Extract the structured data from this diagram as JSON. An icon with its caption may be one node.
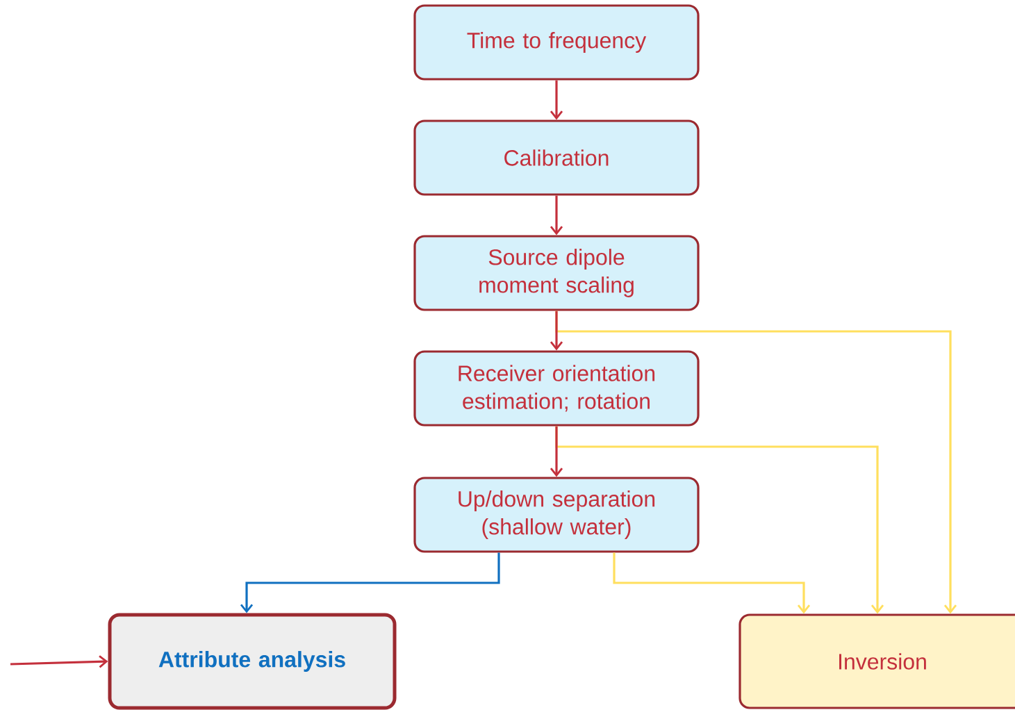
{
  "diagram": {
    "nodes": [
      {
        "text": [
          "Time to frequency"
        ]
      },
      {
        "text": [
          "Calibration"
        ]
      },
      {
        "text": [
          "Source dipole moment scaling"
        ]
      },
      {
        "text": [
          "Receiver orientation estimation; rotation"
        ]
      },
      {
        "text": [
          "Up/down separation (shallow water)"
        ]
      },
      {
        "text": [
          "Attribute analysis"
        ]
      },
      {
        "text": [
          "Inversion"
        ]
      }
    ],
    "edges": [
      {
        "from": 0,
        "to": 1,
        "arrow": "to"
      },
      {
        "from": 1,
        "to": 2,
        "arrow": "to"
      },
      {
        "from": 2,
        "to": 3,
        "arrow": "to"
      },
      {
        "from": 3,
        "to": 4,
        "arrow": "to"
      },
      {
        "from": 4,
        "to": 5,
        "arrow": "to",
        "color": "#1070c0"
      },
      {
        "from": 4,
        "to": 6,
        "arrow": "to",
        "color": "#ffdf5e"
      },
      {
        "from": 3,
        "to": 6,
        "arrow": "to",
        "color": "#ffdf5e"
      },
      {
        "from": 2,
        "to": 6,
        "arrow": "to",
        "color": "#ffdf5e"
      },
      {
        "from": null,
        "to": 5,
        "arrow": "to"
      }
    ]
  }
}
